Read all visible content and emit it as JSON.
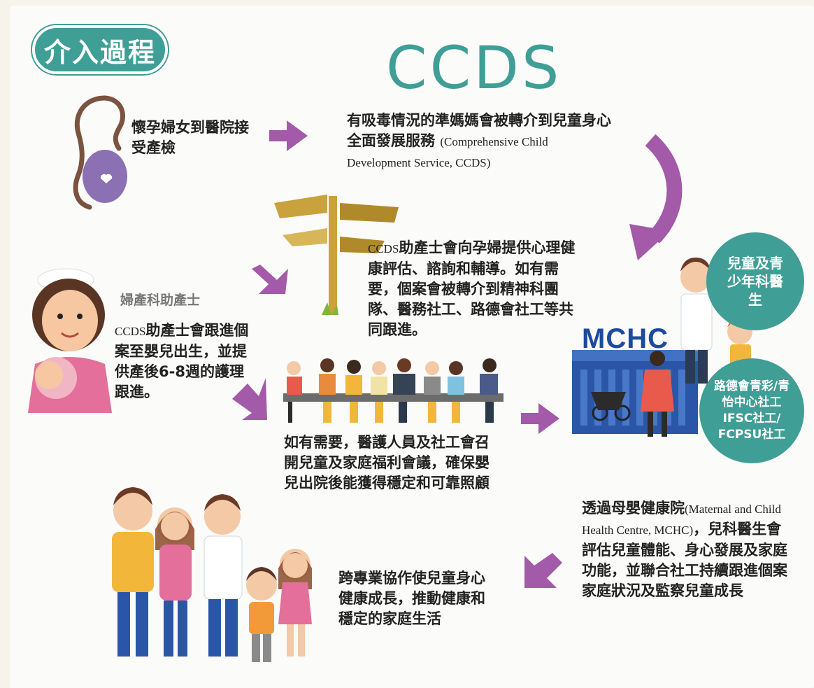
{
  "title": "介入過程",
  "logo": "CCDS",
  "colors": {
    "teal": "#3f9e95",
    "purple": "#a35aa8",
    "navy": "#1c4aa0"
  },
  "steps": {
    "prenatal": "懷孕婦女到醫院接受產檢",
    "referral_zh": "有吸毒情況的準媽媽會被轉介到兒童身心全面發展服務",
    "referral_en": "(Comprehensive Child Development Service, CCDS)",
    "midwife_assess_prefix": "CCDS",
    "midwife_assess": "助產士會向孕婦提供心理健康評估、諮詢和輔導。如有需要，個案會被轉介到精神科團隊、醫務社工、路德會社工等共同跟進。",
    "midwife_label": "婦產科助產士",
    "followup_prefix": "CCDS",
    "followup": "助產士會跟進個案至嬰兒出生，並提供產後6-8週的護理跟進。",
    "conference": "如有需要，醫護人員及社工會召開兒童及家庭福利會議，確保嬰兒出院後能獲得穩定和可靠照顧",
    "mchc_prefix": "透過母嬰健康院",
    "mchc_en": "(Maternal and Child Health Centre, MCHC)",
    "mchc_body": "，兒科醫生會評估兒童體能、身心發展及家庭功能，並聯合社工持續跟進個案家庭狀況及監察兒童成長",
    "outcome": "跨專業協作使兒童身心健康成長，推動健康和穩定的家庭生活"
  },
  "mchc": {
    "sign": "MCHC",
    "paediatrician": "兒童及青少年科醫生",
    "social_worker": "路德會青彩/青怡中心社工 IFSC社工/ FCPSU社工"
  }
}
